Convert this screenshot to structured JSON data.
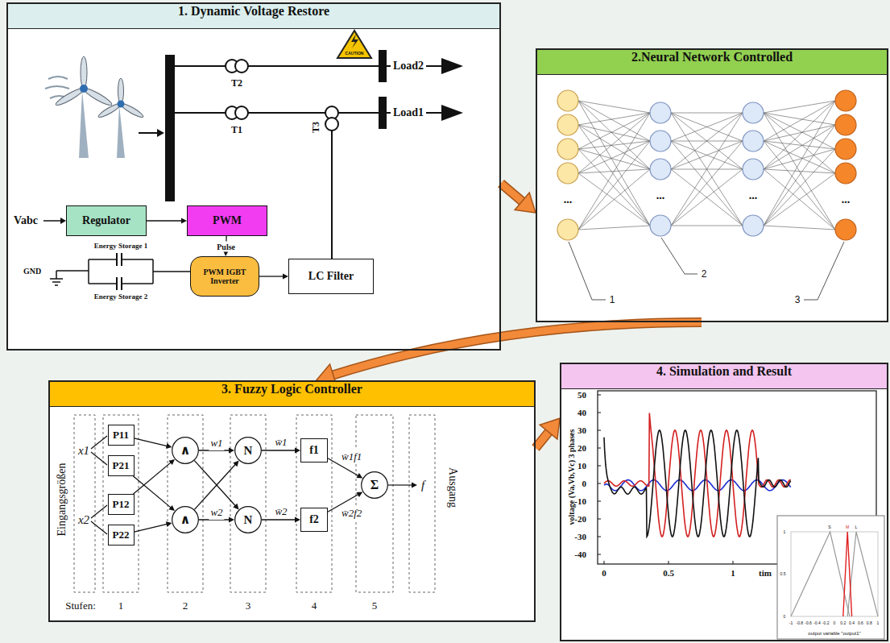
{
  "diagram": {
    "nodes": [
      {
        "text": [
          "1. Dynamic Voltage Restore"
        ]
      },
      {
        "text": [
          "Regulator"
        ],
        "in": 0
      },
      {
        "text": [
          "PWM"
        ],
        "in": 0
      },
      {
        "text": [
          "PWM IGBT Inverter"
        ],
        "in": 0
      },
      {
        "text": [
          "LC Filter"
        ],
        "in": 0
      },
      {
        "text": [
          "2.Neural Network Controlled"
        ]
      },
      {
        "text": [
          "3. Fuzzy Logic Controller"
        ]
      },
      {
        "text": [
          "P11"
        ],
        "in": 6
      },
      {
        "text": [
          "P21"
        ],
        "in": 6
      },
      {
        "text": [
          "P12"
        ],
        "in": 6
      },
      {
        "text": [
          "P22"
        ],
        "in": 6
      },
      {
        "text": [
          "∧"
        ],
        "in": 6
      },
      {
        "text": [
          "∧"
        ],
        "in": 6
      },
      {
        "text": [
          "N"
        ],
        "in": 6
      },
      {
        "text": [
          "N"
        ],
        "in": 6
      },
      {
        "text": [
          "f1"
        ],
        "in": 6
      },
      {
        "text": [
          "f2"
        ],
        "in": 6
      },
      {
        "text": [
          "Σ"
        ],
        "in": 6
      },
      {
        "text": [
          "4. Simulation and Result"
        ]
      }
    ],
    "edges": [
      {
        "from": 0,
        "to": 5,
        "arrow": "to"
      },
      {
        "from": 5,
        "to": 6,
        "arrow": "to"
      },
      {
        "from": 6,
        "to": 18,
        "arrow": "to"
      },
      {
        "from": 1,
        "to": 2,
        "arrow": "to"
      },
      {
        "from": 2,
        "to": 3,
        "label": "Pulse",
        "arrow": "to"
      },
      {
        "from": 3,
        "to": 4,
        "arrow": "to"
      },
      {
        "from": 7,
        "to": 11,
        "arrow": "to"
      },
      {
        "from": 8,
        "to": 12,
        "arrow": "to"
      },
      {
        "from": 9,
        "to": 11,
        "arrow": "to"
      },
      {
        "from": 10,
        "to": 12,
        "arrow": "to"
      },
      {
        "from": 11,
        "to": 13,
        "label": "w1",
        "arrow": "to"
      },
      {
        "from": 11,
        "to": 14,
        "arrow": "to"
      },
      {
        "from": 12,
        "to": 13,
        "arrow": "to"
      },
      {
        "from": 12,
        "to": 14,
        "label": "w2",
        "arrow": "to"
      },
      {
        "from": 13,
        "to": 15,
        "label": "w̄1",
        "arrow": "to"
      },
      {
        "from": 14,
        "to": 16,
        "label": "w̄2",
        "arrow": "to"
      },
      {
        "from": 15,
        "to": 17,
        "label": "w̄1f1",
        "arrow": "to"
      },
      {
        "from": 16,
        "to": 17,
        "label": "w̄2f2",
        "arrow": "to"
      }
    ],
    "labels": [
      "CAUTION",
      "T2",
      "Load2",
      "T1",
      "T3",
      "Load1",
      "Vabc",
      "Energy Storage 1",
      "GND",
      "Energy Storage 2",
      "...",
      "...",
      "...",
      "...",
      "1",
      "2",
      "3",
      "x1",
      "x2",
      "Eingangsgrößen",
      "f",
      "Ausgang",
      "Stufen:",
      "1",
      "2",
      "3",
      "4",
      "5",
      "50",
      "40",
      "30",
      "20",
      "10",
      "0",
      "-10",
      "-20",
      "-30",
      "-40",
      "voltage (Va,Vb,Vc) 3 phases",
      "0",
      "0.5",
      "1",
      "tim",
      "S",
      "M",
      "L",
      "1",
      "0.5",
      "0",
      "-1",
      "-0.8",
      "-0.6",
      "-0.4",
      "-0.2",
      "0",
      "0.2",
      "0.4",
      "0.6",
      "0.8",
      "1",
      "output variable \"output1\""
    ]
  }
}
